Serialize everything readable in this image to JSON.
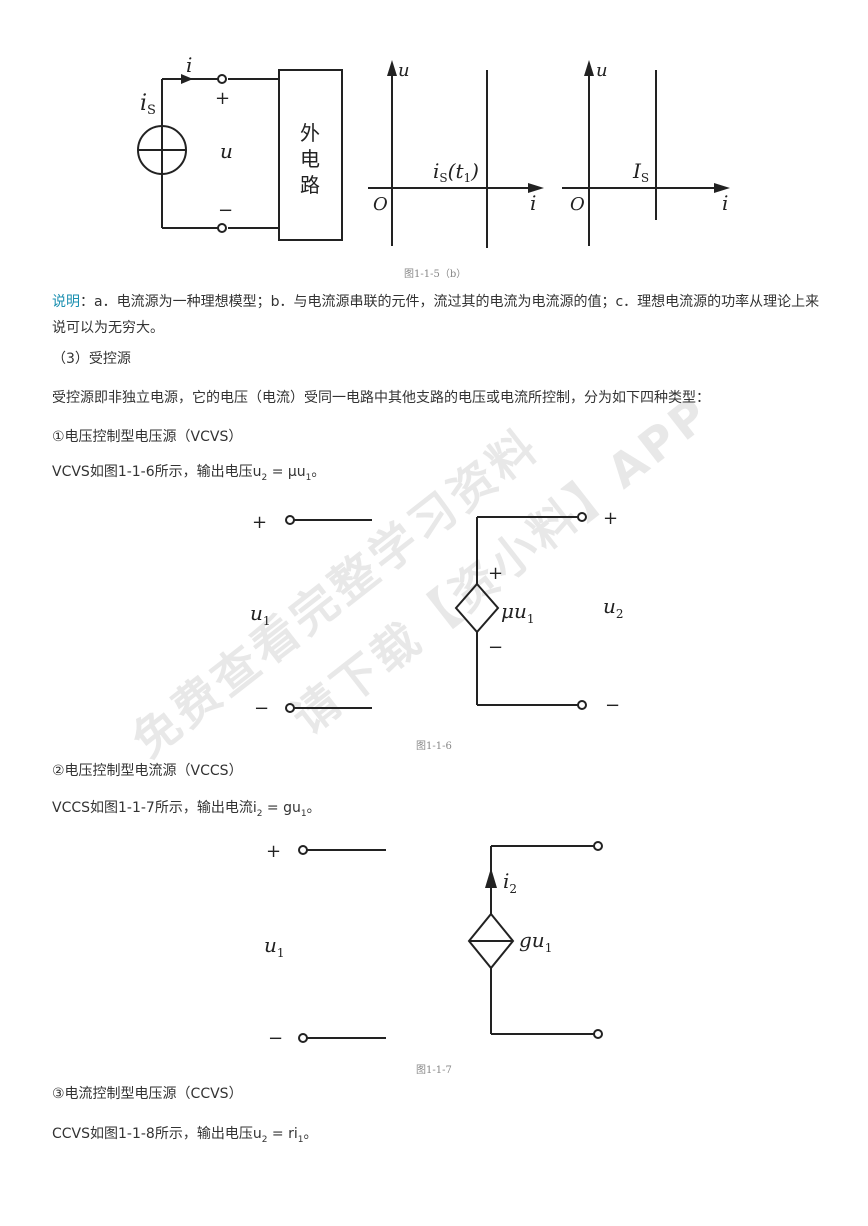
{
  "fig1": {
    "caption": "图1-1-5（b）",
    "circuit": {
      "current_label": "i",
      "source_label_main": "i",
      "source_label_sub": "S",
      "plus": "+",
      "minus": "−",
      "voltage_label": "u",
      "box_label_1": "外",
      "box_label_2": "电",
      "box_label_3": "路"
    },
    "graph1": {
      "y_label": "u",
      "x_label": "i",
      "origin": "O",
      "line_label_main": "i",
      "line_label_sub": "S",
      "line_label_arg": "(t",
      "line_label_arg_sub": "1",
      "line_label_close": ")"
    },
    "graph2": {
      "y_label": "u",
      "x_label": "i",
      "origin": "O",
      "line_label_main": "I",
      "line_label_sub": "S"
    }
  },
  "note": {
    "label": "说明",
    "text": "：a．电流源为一种理想模型；b．与电流源串联的元件，流过其的电流为电流源的值；c．理想电流源的功率从理论上来说可以为无穷大。"
  },
  "section_heading": "（3）受控源",
  "intro": "受控源即非独立电源，它的电压（电流）受同一电路中其他支路的电压或电流所控制，分为如下四种类型：",
  "vcvs": {
    "heading": "①电压控制型电压源（VCVS）",
    "desc_prefix": "VCVS如图1-1-6所示，输出电压u",
    "desc_sub1": "2",
    "desc_mid": " = μu",
    "desc_sub2": "1",
    "desc_end": "。",
    "caption": "图1-1-6",
    "labels": {
      "plus_left": "+",
      "minus_left": "−",
      "u1_main": "u",
      "u1_sub": "1",
      "plus_right": "+",
      "minus_right": "−",
      "plus_src": "+",
      "minus_src": "−",
      "mu_main": "μu",
      "mu_sub": "1",
      "u2_main": "u",
      "u2_sub": "2"
    }
  },
  "vccs": {
    "heading": "②电压控制型电流源（VCCS）",
    "desc_prefix": "VCCS如图1-1-7所示，输出电流i",
    "desc_sub1": "2",
    "desc_mid": " = gu",
    "desc_sub2": "1",
    "desc_end": "。",
    "caption": "图1-1-7",
    "labels": {
      "plus_left": "+",
      "minus_left": "−",
      "u1_main": "u",
      "u1_sub": "1",
      "i2_main": "i",
      "i2_sub": "2",
      "gu_main": "gu",
      "gu_sub": "1"
    }
  },
  "ccvs": {
    "heading": "③电流控制型电压源（CCVS）",
    "desc_prefix": "CCVS如图1-1-8所示，输出电压u",
    "desc_sub1": "2",
    "desc_mid": " = ri",
    "desc_sub2": "1",
    "desc_end": "。"
  },
  "watermark": {
    "line1": "免费查看完整学习资料",
    "line2": "请下载【资小料】APP"
  }
}
